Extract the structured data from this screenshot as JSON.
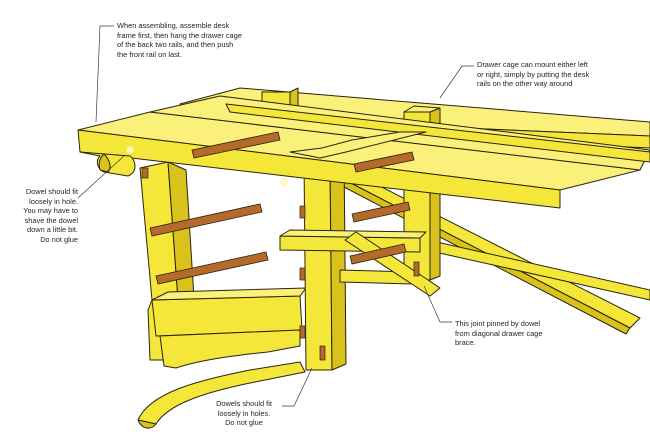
{
  "colors": {
    "wood_face": "#F5E63A",
    "wood_top": "#FAF07A",
    "wood_shade": "#D9C21C",
    "wood_dark": "#B89E10",
    "rail": "#B36A2A",
    "rail_dark": "#7E4418",
    "outline": "#2A2410",
    "leader": "#3C3C3C"
  },
  "annotations": {
    "assembly": "When assembling, assemble desk\nframe first, then hang the drawer cage\nof the back two rails, and then push\nthe front rail on last.",
    "drawer_cage": "Drawer cage can mount either left\nor right, simply by putting the desk\nrails on the other way around",
    "dowel_hole": "Dowel should fit\nloosely in hole.\nYou may have to\nshave the dowel\ndown a little bit.\nDo not glue",
    "joint_pinned": "This joint pinned by dowel\nfrom diagonal drawer cage\nbrace.",
    "dowels_holes": "Dowels should fit\nloosely in holes.\nDo not glue"
  }
}
